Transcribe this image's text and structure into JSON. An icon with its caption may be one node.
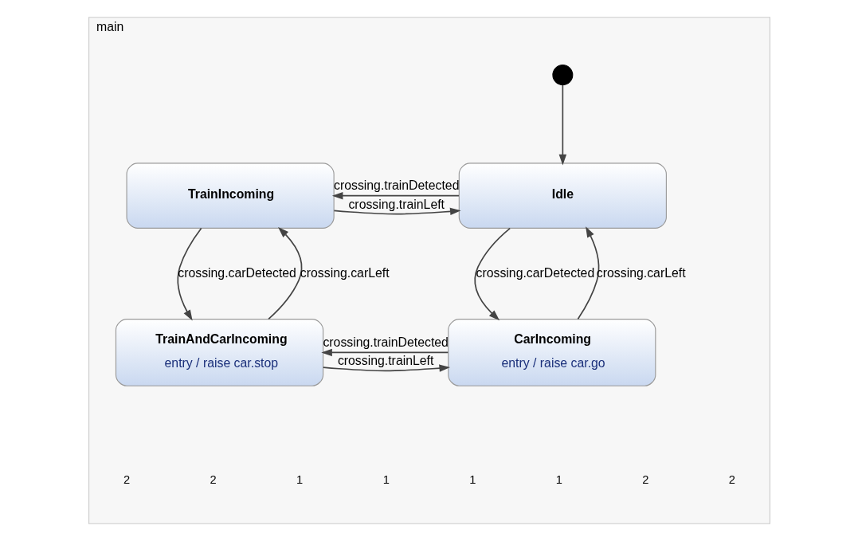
{
  "diagram": {
    "nodes": [
      {
        "text": [
          "main"
        ]
      },
      {
        "text": [],
        "shape": "circle",
        "in": 0
      },
      {
        "text": [
          "Idle"
        ],
        "in": 0
      },
      {
        "text": [
          "TrainIncoming"
        ],
        "in": 0
      },
      {
        "text": [
          "CarIncoming",
          "entry / raise car.go"
        ],
        "in": 0
      },
      {
        "text": [
          "TrainAndCarIncoming",
          "entry / raise car.stop"
        ],
        "in": 0
      }
    ],
    "edges": [
      {
        "from": 1,
        "to": 2,
        "arrow": "to"
      },
      {
        "from": 2,
        "to": 3,
        "arrow": "to",
        "label": "crossing.trainDetected"
      },
      {
        "from": 3,
        "to": 2,
        "arrow": "to",
        "label": "crossing.trainLeft"
      },
      {
        "from": 2,
        "to": 4,
        "arrow": "to",
        "label": "crossing.carDetected"
      },
      {
        "from": 4,
        "to": 2,
        "arrow": "to",
        "label": "crossing.carLeft"
      },
      {
        "from": 3,
        "to": 5,
        "arrow": "to",
        "label": "crossing.carDetected"
      },
      {
        "from": 5,
        "to": 3,
        "arrow": "to",
        "label": "crossing.carLeft"
      },
      {
        "from": 4,
        "to": 5,
        "arrow": "to",
        "label": "crossing.trainDetected"
      },
      {
        "from": 5,
        "to": 4,
        "arrow": "to",
        "label": "crossing.trainLeft"
      }
    ],
    "labels": [
      "2",
      "2",
      "1",
      "1",
      "1",
      "1",
      "2",
      "2"
    ]
  }
}
